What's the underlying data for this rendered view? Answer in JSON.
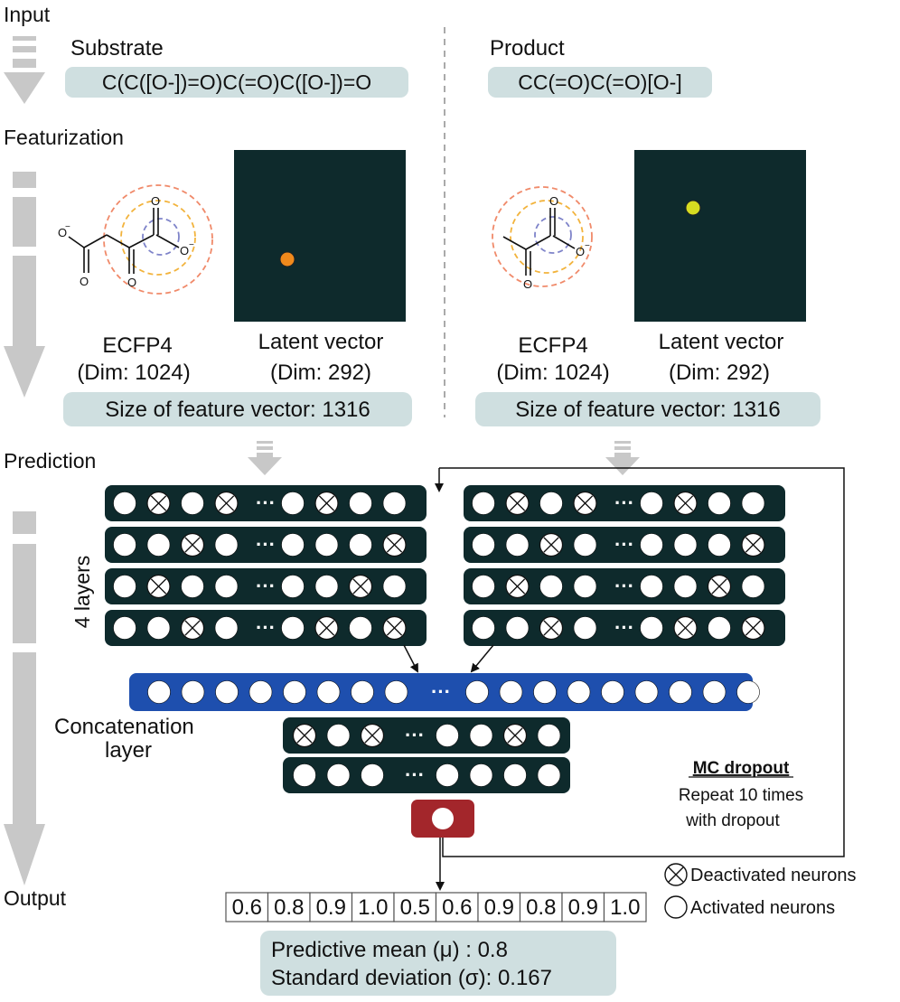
{
  "sections": {
    "input": "Input",
    "featurization": "Featurization",
    "prediction": "Prediction",
    "output": "Output"
  },
  "substrate": {
    "title": "Substrate",
    "smiles": "C(C([O-])=O)C(=O)C([O-])=O",
    "ecfp_label": "ECFP4",
    "ecfp_dim": "(Dim: 1024)",
    "latent_label": "Latent vector",
    "latent_dim": "(Dim: 292)",
    "feature_size": "Size of feature vector: 1316",
    "point_color": "#f08a1c"
  },
  "product": {
    "title": "Product",
    "smiles": "CC(=O)C(=O)[O-]",
    "ecfp_label": "ECFP4",
    "ecfp_dim": "(Dim: 1024)",
    "latent_label": "Latent vector",
    "latent_dim": "(Dim: 292)",
    "feature_size": "Size of feature vector: 1316",
    "point_color": "#d6dc21"
  },
  "network": {
    "layers_label": "4 layers",
    "ellipsis": "···",
    "left_layers": [
      [
        0,
        1,
        0,
        1,
        0,
        1,
        0,
        0
      ],
      [
        0,
        0,
        1,
        0,
        0,
        0,
        0,
        1
      ],
      [
        0,
        1,
        0,
        0,
        0,
        0,
        1,
        0
      ],
      [
        0,
        0,
        1,
        0,
        0,
        1,
        0,
        1
      ]
    ],
    "right_layers": [
      [
        0,
        1,
        0,
        1,
        0,
        1,
        0,
        0
      ],
      [
        0,
        0,
        1,
        0,
        0,
        0,
        0,
        1
      ],
      [
        0,
        1,
        0,
        0,
        0,
        0,
        1,
        0
      ],
      [
        0,
        0,
        1,
        0,
        0,
        1,
        0,
        1
      ]
    ],
    "concat_count": 17,
    "concat_label_line1": "Concatenation",
    "concat_label_line2": "layer",
    "dense_layers": [
      [
        1,
        0,
        1,
        0,
        0,
        1,
        0
      ],
      [
        0,
        0,
        0,
        0,
        0,
        0,
        0
      ]
    ]
  },
  "mc_dropout": {
    "title": "MC dropout",
    "line1": "Repeat 10 times",
    "line2": "with dropout"
  },
  "output": {
    "values": [
      "0.6",
      "0.8",
      "0.9",
      "1.0",
      "0.5",
      "0.6",
      "0.9",
      "0.8",
      "0.9",
      "1.0"
    ],
    "mean_text": "Predictive mean (μ) : 0.8",
    "std_text": "Standard deviation (σ): 0.167"
  },
  "legend": {
    "deactivated": "Deactivated neurons",
    "activated": "Activated neurons"
  },
  "colors": {
    "layer_bg": "#0e2a2c",
    "concat_bg": "#1e4fae",
    "output_node_bg": "#a3262b",
    "pill_bg": "#cfdfe0",
    "arrow_gray": "#c8c8c8"
  }
}
